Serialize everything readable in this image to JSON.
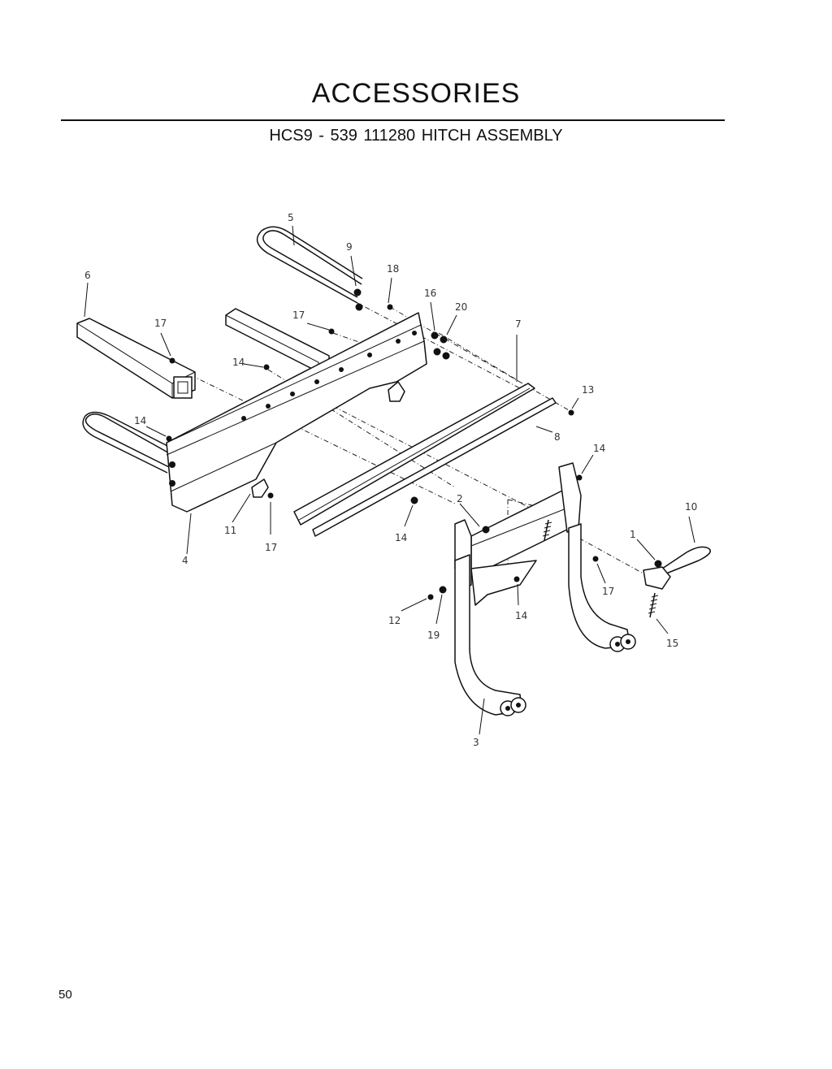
{
  "header": {
    "title": "ACCESSORIES",
    "subtitle": "HCS9 - 539 111280   HITCH ASSEMBLY"
  },
  "footer": {
    "page_number": "50"
  },
  "diagram": {
    "callouts": [
      "5",
      "9",
      "18",
      "6",
      "16",
      "20",
      "17",
      "17",
      "7",
      "14",
      "13",
      "14",
      "8",
      "14",
      "2",
      "10",
      "11",
      "17",
      "14",
      "4",
      "1",
      "17",
      "14",
      "12",
      "19",
      "15",
      "3"
    ]
  }
}
